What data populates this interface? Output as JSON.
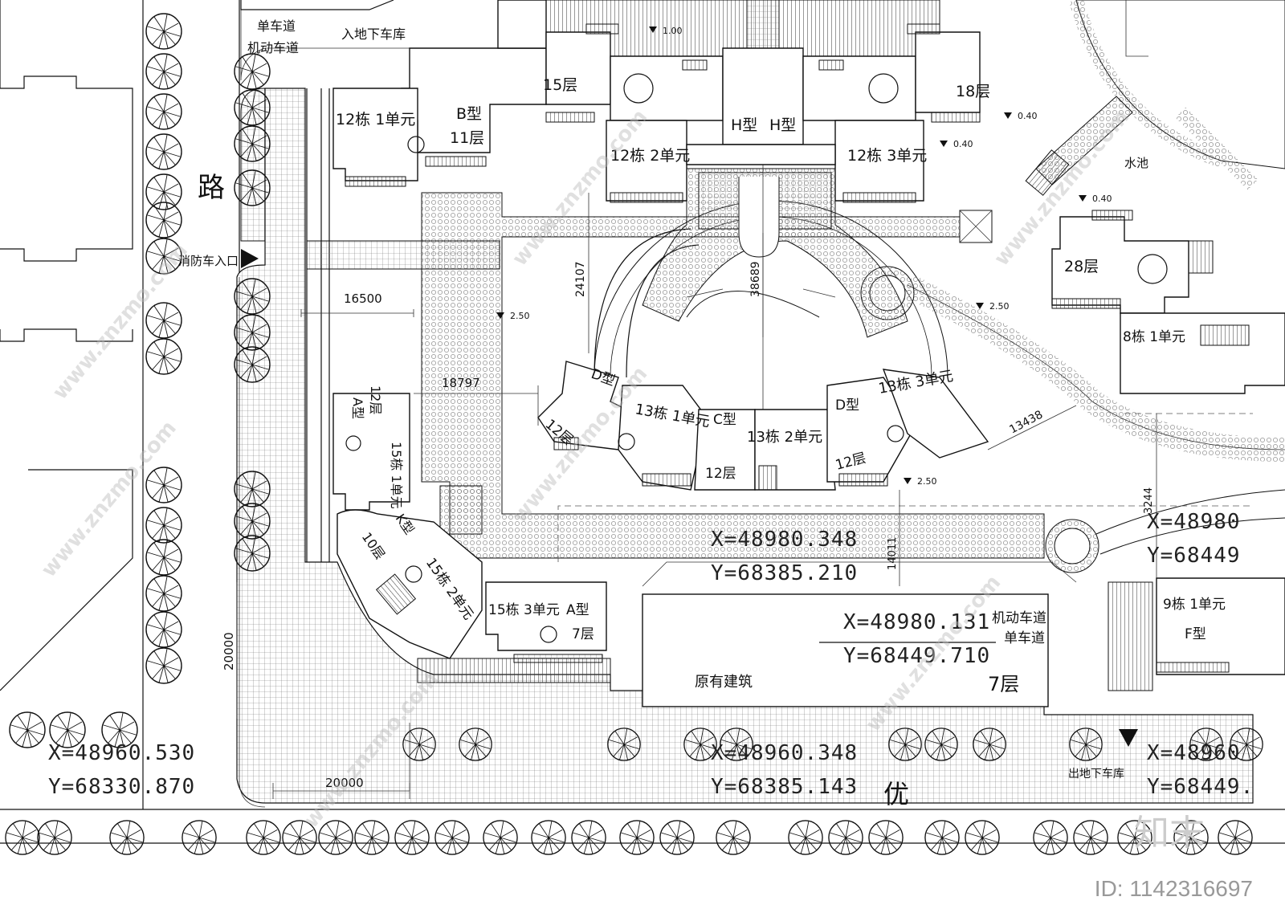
{
  "road": {
    "name": "路",
    "bottom_road": "优",
    "bike_lane": "单车道",
    "motor_lane": "机动车道",
    "garage_entry": "入地下车库",
    "fire_entry": "消防车入口",
    "garage_exit": "出地下车库",
    "pond": "水池"
  },
  "buildings": [
    {
      "label": "12栋 1单元",
      "type": "B型",
      "floors": "11层"
    },
    {
      "label": "15层"
    },
    {
      "label": "H型"
    },
    {
      "label": "H型"
    },
    {
      "label": "18层"
    },
    {
      "label": "12栋 2单元"
    },
    {
      "label": "12栋 3单元"
    },
    {
      "label": "28层"
    },
    {
      "label": "8栋 1单元"
    },
    {
      "label": "13栋 1单元",
      "type": "D型",
      "floors": "12层"
    },
    {
      "label": "13栋 2单元",
      "type": "C型",
      "floors": "12层"
    },
    {
      "label": "13栋 3单元",
      "type": "D型",
      "floors": "12层"
    },
    {
      "label": "15栋 1单元",
      "type": "A型",
      "floors": "12层"
    },
    {
      "label": "15栋 2单元",
      "type": "K型",
      "floors": "10层"
    },
    {
      "label": "15栋 3单元",
      "type": "A型",
      "floors": "7层"
    },
    {
      "label": "9栋 1单元",
      "type": "F型"
    },
    {
      "label": "原有建筑",
      "floors": "7层"
    }
  ],
  "elevations": [
    "1.00",
    "0.40",
    "0.40",
    "0.40",
    "2.50",
    "2.50",
    "2.50"
  ],
  "dimensions": [
    "16500",
    "18797",
    "24107",
    "38689",
    "13438",
    "14011",
    "3244",
    "20000",
    "20000"
  ],
  "coordinates": {
    "c1": {
      "x": "X=48960.530",
      "y": "Y=68330.870"
    },
    "c2": {
      "x": "X=48960.348",
      "y": "Y=68385.143"
    },
    "c3": {
      "x": "X=48980.348",
      "y": "Y=68385.210"
    },
    "c4": {
      "x": "X=48980.131",
      "y": "Y=68449.710"
    },
    "c5": {
      "x": "X=48980",
      "y": "Y=68449"
    },
    "c6": {
      "x": "X=48960",
      "y": "Y=68449."
    }
  },
  "existing_lanes": {
    "motor": "机动车道",
    "bike": "单车道"
  },
  "watermark": {
    "text": "www.znzmo.com",
    "logo": "知末",
    "id": "ID: 1142316697"
  }
}
